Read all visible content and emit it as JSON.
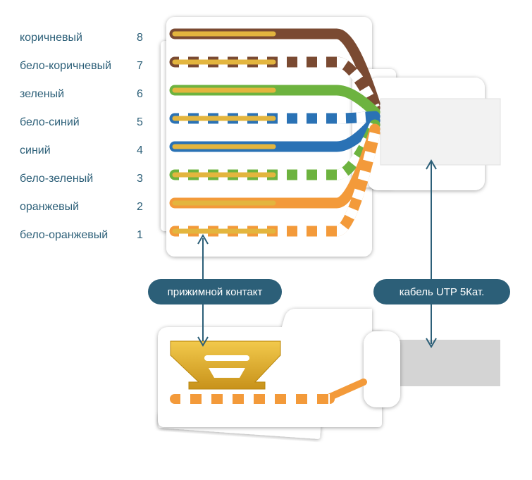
{
  "wires": [
    {
      "pin": "8",
      "label": "коричневый",
      "color": "#7a4a32",
      "striped": false
    },
    {
      "pin": "7",
      "label": "бело-коричневый",
      "color": "#7a4a32",
      "striped": true
    },
    {
      "pin": "6",
      "label": "зеленый",
      "color": "#6db33f",
      "striped": false
    },
    {
      "pin": "5",
      "label": "бело-синий",
      "color": "#2a72b5",
      "striped": true
    },
    {
      "pin": "4",
      "label": "синий",
      "color": "#2a72b5",
      "striped": false
    },
    {
      "pin": "3",
      "label": "бело-зеленый",
      "color": "#6db33f",
      "striped": true
    },
    {
      "pin": "2",
      "label": "оранжевый",
      "color": "#f39a3a",
      "striped": false
    },
    {
      "pin": "1",
      "label": "бело-оранжевый",
      "color": "#f39a3a",
      "striped": true
    }
  ],
  "callouts": {
    "contact": "прижимной контакт",
    "cable": "кабель UTP 5Кат."
  },
  "colors": {
    "label_text": "#2c5f78",
    "callout_bg": "#2c5f78",
    "contact_gold": "#e2b32c",
    "core_gold": "#e3b53e",
    "cable_gray": "#d4d4d4"
  }
}
